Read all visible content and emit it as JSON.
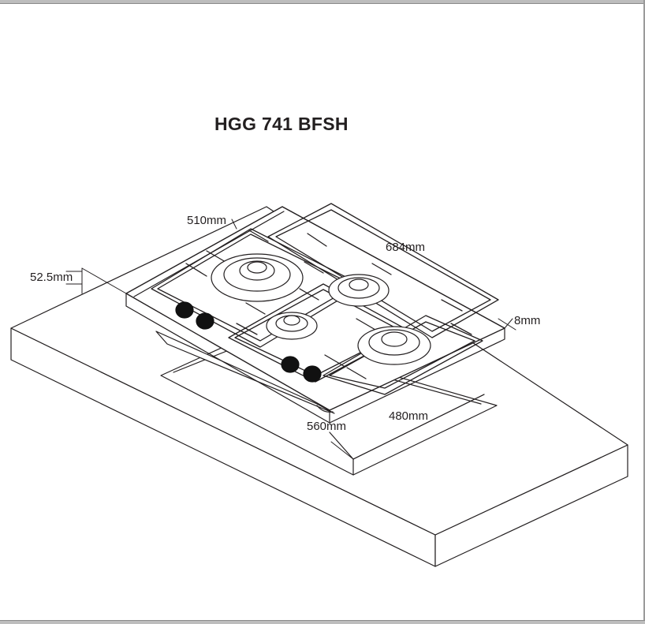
{
  "diagram": {
    "title": "HGG 741 BFSH",
    "dimensions": {
      "width_depth": "510mm",
      "length": "684mm",
      "height": "52.5mm",
      "thickness": "8mm",
      "cutout_depth": "480mm",
      "cutout_width": "560mm"
    },
    "line_color": "#231f20",
    "knob_color": "#111111"
  }
}
